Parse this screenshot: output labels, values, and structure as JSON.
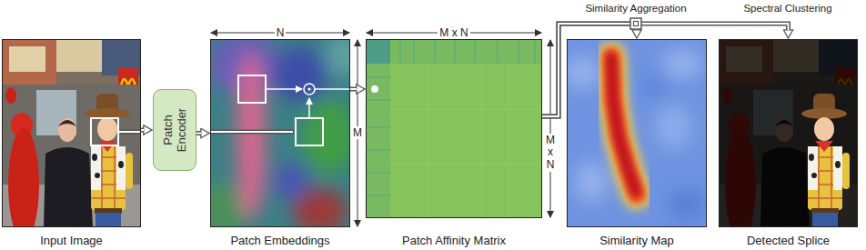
{
  "diagram": {
    "nodes": [
      {
        "text": [
          "Input Image"
        ]
      },
      {
        "text": [
          "Patch Encoder"
        ]
      },
      {
        "text": [
          "Patch Embeddings"
        ]
      },
      {
        "text": [
          "Patch Affinity Matrix"
        ]
      },
      {
        "text": [
          "Similarity Map"
        ]
      },
      {
        "text": [
          "Detected Splice"
        ]
      }
    ],
    "edges": [
      {
        "from": 0,
        "to": 1,
        "arrow": "to"
      },
      {
        "from": 1,
        "to": 2,
        "arrow": "to"
      },
      {
        "from": 2,
        "to": 3,
        "arrow": "to"
      },
      {
        "from": 3,
        "to": 4,
        "label": "Similarity Aggregation",
        "arrow": "to"
      },
      {
        "from": 3,
        "to": 5,
        "label": "Spectral Clustering",
        "arrow": "to"
      }
    ],
    "labels": [
      "N",
      "M",
      "M x N",
      "M x N"
    ]
  }
}
